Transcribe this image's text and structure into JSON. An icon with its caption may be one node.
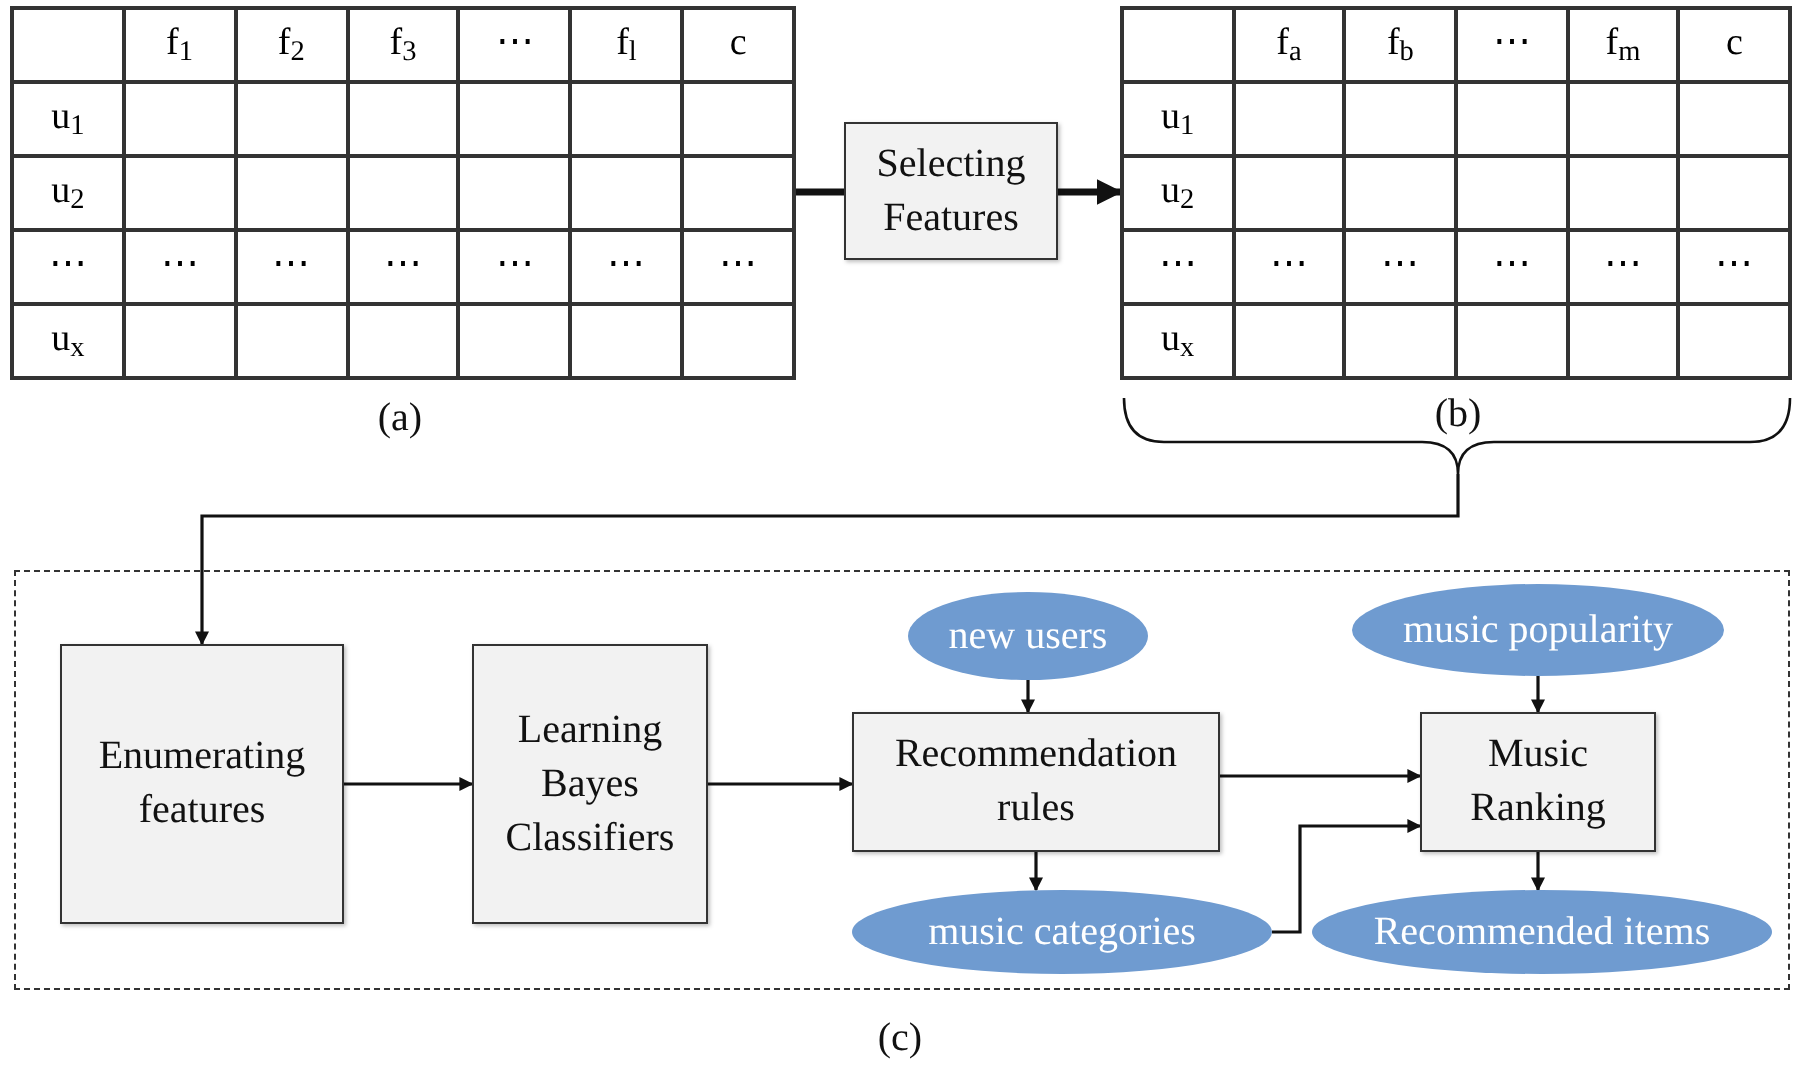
{
  "diagram": {
    "nodes": [
      {
        "text": [
          "f$_{1}$",
          "f$_{2}$",
          "f$_{3}$",
          "⋯",
          "f$_{l}$",
          "c",
          "u$_{1}$",
          "u$_{2}$",
          "⋯",
          "⋯",
          "⋯",
          "⋯",
          "⋯",
          "⋯",
          "⋯",
          "u$_{x}$"
        ],
        "beside": [
          "(a)"
        ]
      },
      {
        "text": [
          "Selecting Features"
        ]
      },
      {
        "text": [
          "f$_{a}$",
          "f$_{b}$",
          "⋯",
          "f$_{m}$",
          "c",
          "u$_{1}$",
          "u$_{2}$",
          "⋯",
          "⋯",
          "⋯",
          "⋯",
          "⋯",
          "⋯",
          "u$_{x}$"
        ],
        "beside": [
          "(b)"
        ]
      },
      {
        "text": [],
        "shape": "box",
        "beside": [
          "(c)"
        ]
      },
      {
        "text": [
          "Enumerating features"
        ],
        "in": 3
      },
      {
        "text": [
          "Learning Bayes Classifiers"
        ],
        "in": 3
      },
      {
        "text": [
          "new users"
        ],
        "in": 3
      },
      {
        "text": [
          "Recommendation rules"
        ],
        "in": 3
      },
      {
        "text": [
          "music popularity"
        ],
        "in": 3
      },
      {
        "text": [
          "Music Ranking"
        ],
        "in": 3
      },
      {
        "text": [
          "music categories"
        ],
        "in": 3
      },
      {
        "text": [
          "Recommended items"
        ],
        "in": 3
      }
    ],
    "edges": [
      {
        "from": 0,
        "to": 1,
        "arrow": "none",
        "style": "thick"
      },
      {
        "from": 1,
        "to": 2,
        "arrow": "to",
        "style": "thick"
      },
      {
        "from": 2,
        "to": 4,
        "arrow": "to"
      },
      {
        "from": 4,
        "to": 5,
        "arrow": "to"
      },
      {
        "from": 5,
        "to": 7,
        "arrow": "to"
      },
      {
        "from": 6,
        "to": 7,
        "arrow": "to"
      },
      {
        "from": 7,
        "to": 9,
        "arrow": "to"
      },
      {
        "from": 7,
        "to": 10,
        "arrow": "to"
      },
      {
        "from": 10,
        "to": 9,
        "arrow": "to"
      },
      {
        "from": 8,
        "to": 9,
        "arrow": "to"
      },
      {
        "from": 9,
        "to": 11,
        "arrow": "to"
      }
    ]
  }
}
